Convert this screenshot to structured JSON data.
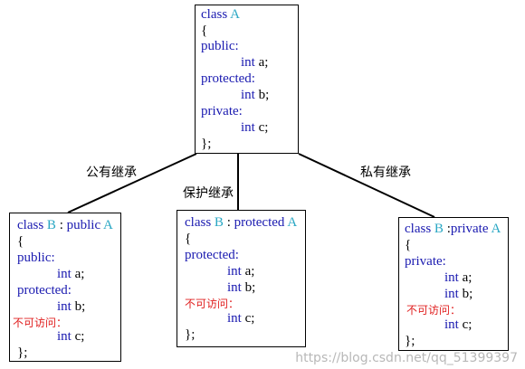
{
  "base": {
    "class_kw": "class",
    "name": "A",
    "open": "{",
    "public": "public:",
    "int_a": "int a;",
    "protected": "protected:",
    "int_b": "int b;",
    "private": "private:",
    "int_c": "int c;",
    "close": "};"
  },
  "public_derived": {
    "class_kw": "class",
    "name": "B",
    "sep": " : ",
    "access": "public",
    "base": "A",
    "open": "{",
    "public": "public:",
    "int_a": "int a;",
    "protected": "protected:",
    "int_b": "int b;",
    "no_access": "不可访问：",
    "int_c": "int c;",
    "close": "};"
  },
  "protected_derived": {
    "class_kw": "class",
    "name": "B",
    "sep": " : ",
    "access": "protected",
    "base": "A",
    "open": "{",
    "protected": "protected:",
    "int_a": "int a;",
    "int_b": "int b;",
    "no_access": "不可访问：",
    "int_c": "int c;",
    "close": "};"
  },
  "private_derived": {
    "class_kw": "class",
    "name": "B",
    "sep": " :",
    "access": "private",
    "base": "A",
    "open": "{",
    "private": "private:",
    "int_a": "int a;",
    "int_b": "int b;",
    "no_access": "不可访问：",
    "int_c": "int c;",
    "close": "};"
  },
  "edges": {
    "public": "公有继承",
    "protected": "保护继承",
    "private": "私有继承"
  },
  "watermark": "https://blog.csdn.net/qq_51399397",
  "colors": {
    "keyword": "#1a1ab0",
    "type": "#2aa7c4",
    "inaccessible": "#e02020"
  }
}
